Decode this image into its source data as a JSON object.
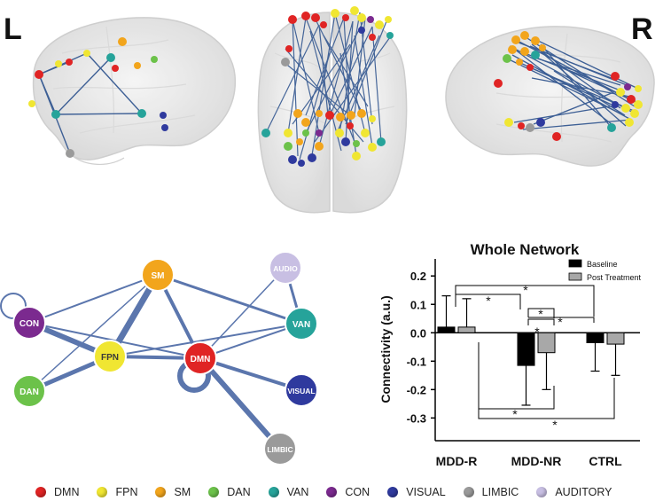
{
  "brain_labels": {
    "left": "L",
    "right": "R"
  },
  "networks": [
    {
      "key": "DMN",
      "label": "DMN",
      "color": "#e02424"
    },
    {
      "key": "FPN",
      "label": "FPN",
      "color": "#f0e632"
    },
    {
      "key": "SM",
      "label": "SM",
      "color": "#f2a51c"
    },
    {
      "key": "DAN",
      "label": "DAN",
      "color": "#6cc24a"
    },
    {
      "key": "VAN",
      "label": "VAN",
      "color": "#26a39a"
    },
    {
      "key": "CON",
      "label": "CON",
      "color": "#7b2a8f"
    },
    {
      "key": "VISUAL",
      "label": "VISUAL",
      "color": "#2f3a9e"
    },
    {
      "key": "LIMBIC",
      "label": "LIMBIC",
      "color": "#9a9a9a"
    },
    {
      "key": "AUDITORY",
      "label": "AUDITORY",
      "color": "#c8bfe3"
    }
  ],
  "graph_nodes": [
    {
      "key": "SM",
      "label": "SM",
      "color": "#f2a51c",
      "text_color": "#ffffff"
    },
    {
      "key": "AUDIO",
      "label": "AUDIO",
      "color": "#c8bfe3",
      "text_color": "#ffffff"
    },
    {
      "key": "CON",
      "label": "CON",
      "color": "#7b2a8f",
      "text_color": "#ffffff"
    },
    {
      "key": "VAN",
      "label": "VAN",
      "color": "#26a39a",
      "text_color": "#ffffff"
    },
    {
      "key": "FPN",
      "label": "FPN",
      "color": "#f0e632",
      "text_color": "#3a3a3a"
    },
    {
      "key": "DMN",
      "label": "DMN",
      "color": "#e02424",
      "text_color": "#ffffff"
    },
    {
      "key": "DAN",
      "label": "DAN",
      "color": "#6cc24a",
      "text_color": "#ffffff"
    },
    {
      "key": "VISUAL",
      "label": "VISUAL",
      "color": "#2f3a9e",
      "text_color": "#ffffff"
    },
    {
      "key": "LIMBIC",
      "label": "LIMBIC",
      "color": "#9a9a9a",
      "text_color": "#ffffff"
    }
  ],
  "edge_color": "#5b76ad",
  "chart_data": {
    "type": "bar",
    "title": "Whole Network",
    "ylabel": "Connectivity (a.u.)",
    "xlabel": "",
    "categories": [
      "MDD-R",
      "MDD-NR",
      "CTRL"
    ],
    "ylim": [
      -0.38,
      0.26
    ],
    "yticks": [
      "0.2",
      "0.1",
      "0.0",
      "-0.1",
      "-0.2",
      "-0.3"
    ],
    "ytick_values": [
      0.2,
      0.1,
      0.0,
      -0.1,
      -0.2,
      -0.3
    ],
    "series": [
      {
        "name": "Baseline",
        "color": "#000000",
        "values": [
          0.02,
          -0.115,
          -0.035
        ],
        "errors": [
          0.11,
          0.14,
          0.1
        ]
      },
      {
        "name": "Post Treatment",
        "color": "#a8a8a8",
        "values": [
          0.02,
          -0.07,
          -0.04
        ],
        "errors": [
          0.1,
          0.13,
          0.11
        ]
      }
    ],
    "significance_marker": "*",
    "grid": false,
    "legend_position": "top-right"
  }
}
